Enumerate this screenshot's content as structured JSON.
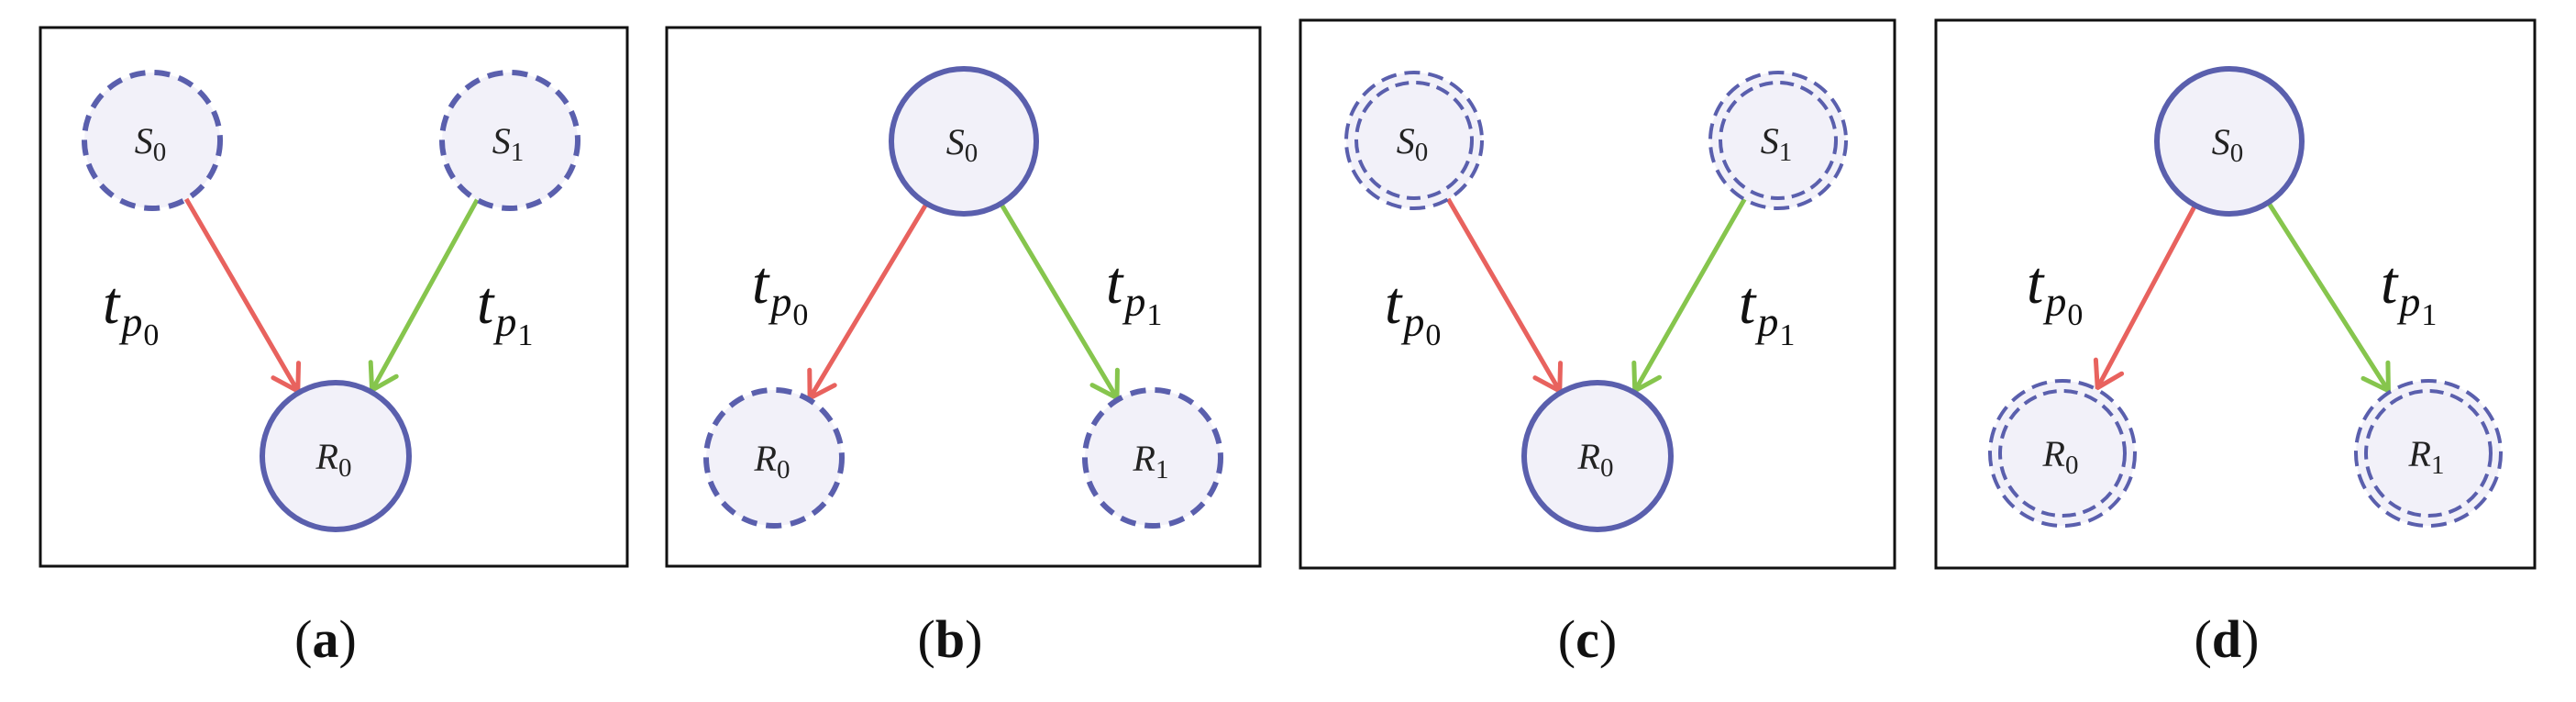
{
  "colors": {
    "node_stroke": "#5a5fad",
    "node_fill": "#f2f1f9",
    "edge_p0": "#e8625e",
    "edge_p1": "#86c54d",
    "frame": "#111111"
  },
  "panels": [
    {
      "caption_letter": "a",
      "senders": [
        {
          "base": "S",
          "sub": "0",
          "style": "dashed"
        },
        {
          "base": "S",
          "sub": "1",
          "style": "dashed"
        }
      ],
      "receivers": [
        {
          "base": "R",
          "sub": "0",
          "style": "solid"
        }
      ],
      "edges": [
        {
          "from": "S0",
          "to": "R0",
          "color": "edge_p0",
          "label": {
            "base": "t",
            "sub": "p",
            "subsub": "0"
          }
        },
        {
          "from": "S1",
          "to": "R0",
          "color": "edge_p1",
          "label": {
            "base": "t",
            "sub": "p",
            "subsub": "1"
          }
        }
      ]
    },
    {
      "caption_letter": "b",
      "senders": [
        {
          "base": "S",
          "sub": "0",
          "style": "solid"
        }
      ],
      "receivers": [
        {
          "base": "R",
          "sub": "0",
          "style": "dashed"
        },
        {
          "base": "R",
          "sub": "1",
          "style": "dashed"
        }
      ],
      "edges": [
        {
          "from": "S0",
          "to": "R0",
          "color": "edge_p0",
          "label": {
            "base": "t",
            "sub": "p",
            "subsub": "0"
          }
        },
        {
          "from": "S0",
          "to": "R1",
          "color": "edge_p1",
          "label": {
            "base": "t",
            "sub": "p",
            "subsub": "1"
          }
        }
      ]
    },
    {
      "caption_letter": "c",
      "senders": [
        {
          "base": "S",
          "sub": "0",
          "style": "double-dashed"
        },
        {
          "base": "S",
          "sub": "1",
          "style": "double-dashed"
        }
      ],
      "receivers": [
        {
          "base": "R",
          "sub": "0",
          "style": "solid"
        }
      ],
      "edges": [
        {
          "from": "S0",
          "to": "R0",
          "color": "edge_p0",
          "label": {
            "base": "t",
            "sub": "p",
            "subsub": "0"
          }
        },
        {
          "from": "S1",
          "to": "R0",
          "color": "edge_p1",
          "label": {
            "base": "t",
            "sub": "p",
            "subsub": "1"
          }
        }
      ]
    },
    {
      "caption_letter": "d",
      "senders": [
        {
          "base": "S",
          "sub": "0",
          "style": "solid"
        }
      ],
      "receivers": [
        {
          "base": "R",
          "sub": "0",
          "style": "double-dashed"
        },
        {
          "base": "R",
          "sub": "1",
          "style": "double-dashed"
        }
      ],
      "edges": [
        {
          "from": "S0",
          "to": "R0",
          "color": "edge_p0",
          "label": {
            "base": "t",
            "sub": "p",
            "subsub": "0"
          }
        },
        {
          "from": "S0",
          "to": "R1",
          "color": "edge_p1",
          "label": {
            "base": "t",
            "sub": "p",
            "subsub": "1"
          }
        }
      ]
    }
  ]
}
